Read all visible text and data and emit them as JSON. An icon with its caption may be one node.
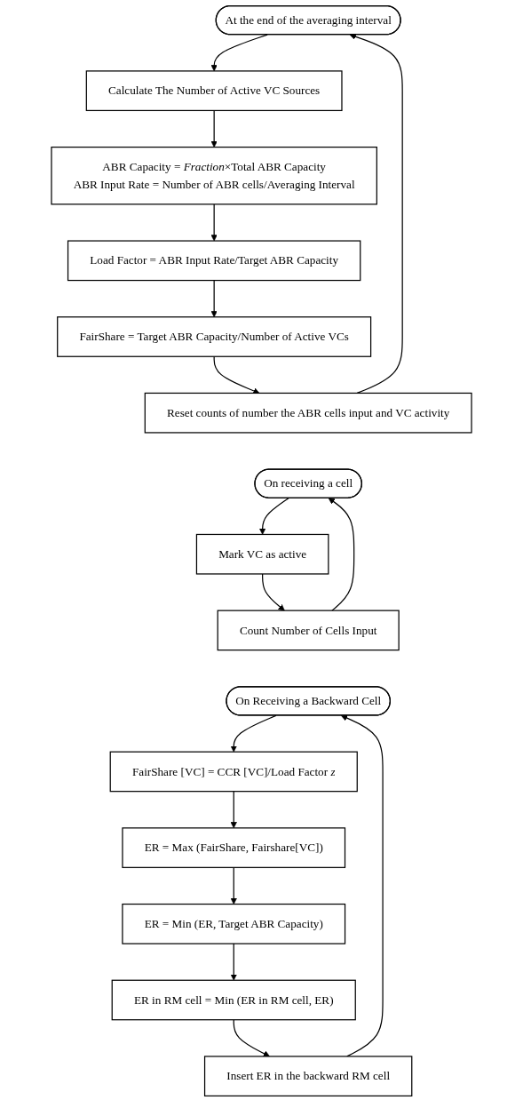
{
  "diagram": {
    "nodes": [
      {
        "text": [
          "At the end of the averaging interval"
        ]
      },
      {
        "text": [
          "Calculate The Number of Active VC Sources"
        ]
      },
      {
        "text": [
          "ABR Capacity = *Fraction*×Total ABR Capacity",
          "ABR Input Rate = Number of ABR cells/Averaging Interval"
        ]
      },
      {
        "text": [
          "Load Factor = ABR Input Rate/Target ABR Capacity"
        ]
      },
      {
        "text": [
          "FairShare = Target ABR Capacity/Number of Active VCs"
        ]
      },
      {
        "text": [
          "Reset counts of number the ABR cells input and VC activity"
        ]
      },
      {
        "text": [
          "On receiving a cell"
        ]
      },
      {
        "text": [
          "Mark VC as active"
        ]
      },
      {
        "text": [
          "Count Number of Cells Input"
        ]
      },
      {
        "text": [
          "On Receiving a Backward Cell"
        ]
      },
      {
        "text": [
          "FairShare [VC] = CCR [VC]/Load Factor *z*"
        ]
      },
      {
        "text": [
          "ER = Max (FairShare, Fairshare[VC])"
        ]
      },
      {
        "text": [
          "ER = Min (ER, Target ABR Capacity)"
        ]
      },
      {
        "text": [
          "ER in RM cell = Min (ER in RM cell, ER)"
        ]
      },
      {
        "text": [
          "Insert ER in the backward RM cell"
        ]
      }
    ],
    "edges": [
      {
        "from": 0,
        "to": 1,
        "arrow": "to"
      },
      {
        "from": 1,
        "to": 2,
        "arrow": "to"
      },
      {
        "from": 2,
        "to": 3,
        "arrow": "to"
      },
      {
        "from": 3,
        "to": 4,
        "arrow": "to"
      },
      {
        "from": 4,
        "to": 5,
        "arrow": "to"
      },
      {
        "from": 5,
        "to": 0,
        "arrow": "to"
      },
      {
        "from": 6,
        "to": 7,
        "arrow": "to"
      },
      {
        "from": 7,
        "to": 8,
        "arrow": "to"
      },
      {
        "from": 8,
        "to": 6,
        "arrow": "to"
      },
      {
        "from": 9,
        "to": 10,
        "arrow": "to"
      },
      {
        "from": 10,
        "to": 11,
        "arrow": "to"
      },
      {
        "from": 11,
        "to": 12,
        "arrow": "to"
      },
      {
        "from": 12,
        "to": 13,
        "arrow": "to"
      },
      {
        "from": 13,
        "to": 14,
        "arrow": "to"
      },
      {
        "from": 14,
        "to": 9,
        "arrow": "to"
      }
    ]
  }
}
